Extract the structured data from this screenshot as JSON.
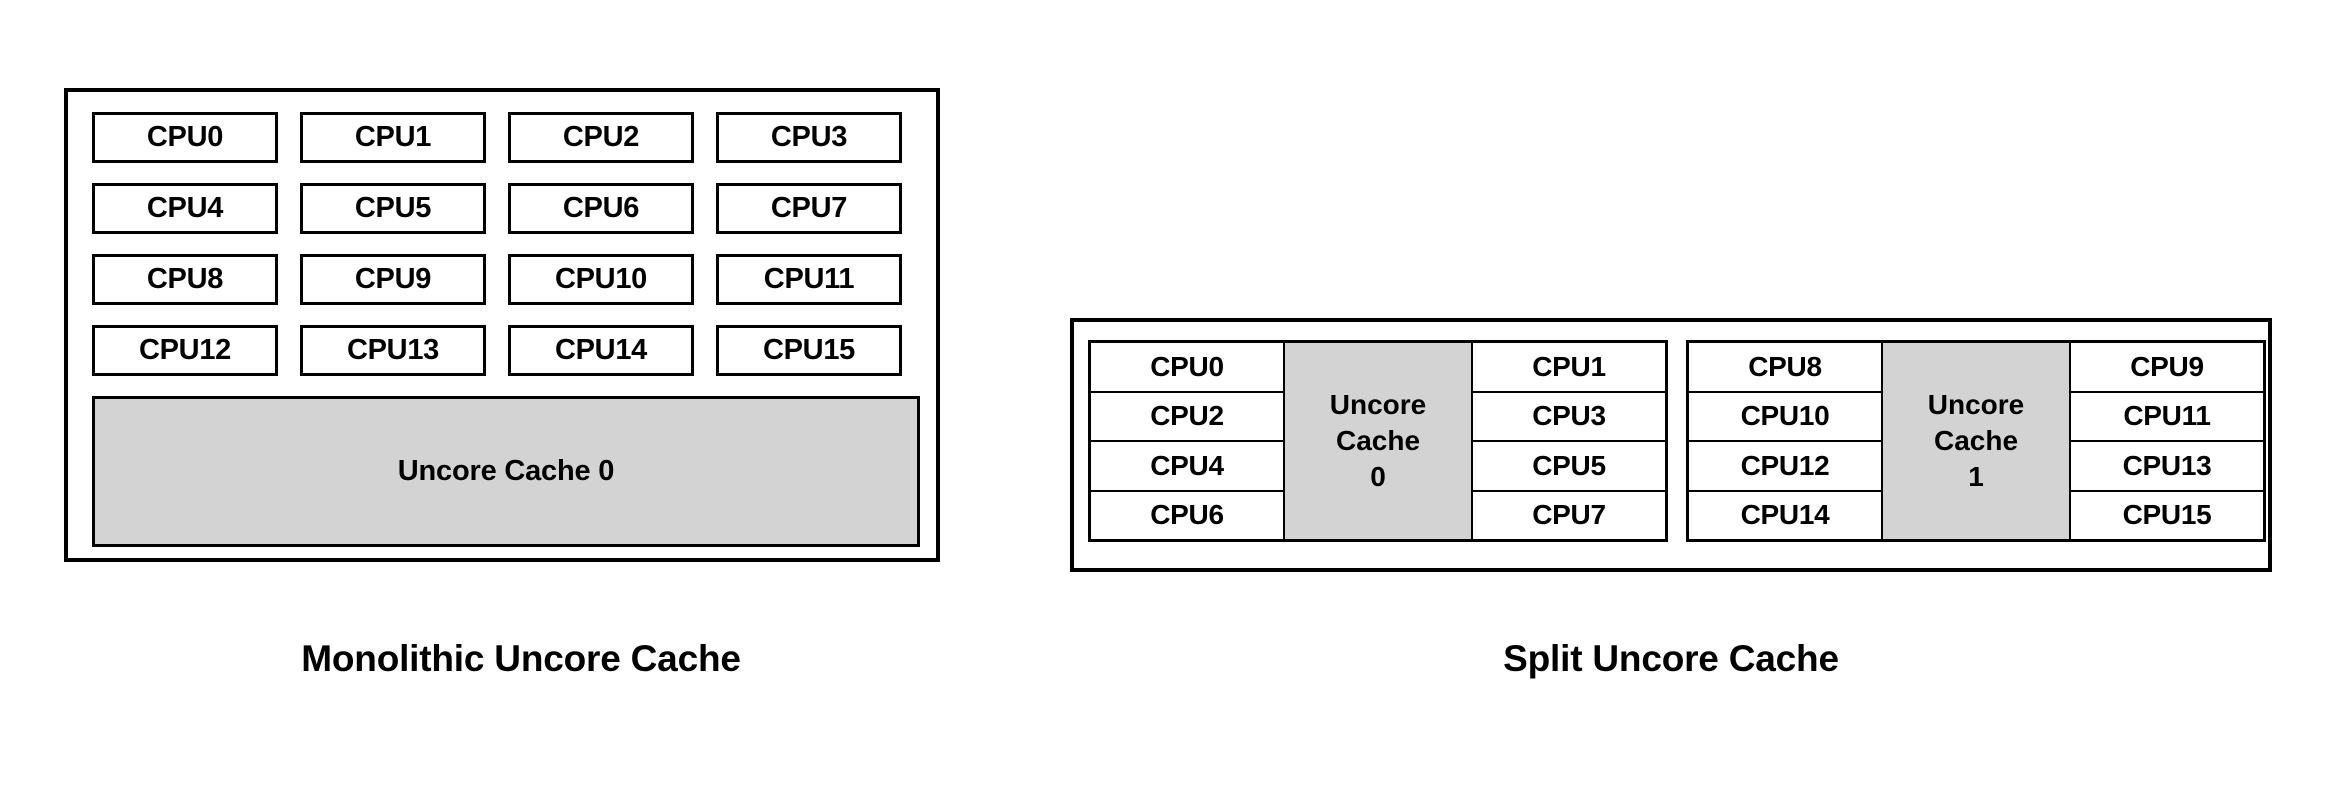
{
  "figures": [
    {
      "id": "monolithic",
      "caption": "Monolithic Uncore Cache",
      "cpus": [
        "CPU0",
        "CPU1",
        "CPU2",
        "CPU3",
        "CPU4",
        "CPU5",
        "CPU6",
        "CPU7",
        "CPU8",
        "CPU9",
        "CPU10",
        "CPU11",
        "CPU12",
        "CPU13",
        "CPU14",
        "CPU15"
      ],
      "cache_label": "Uncore Cache 0"
    },
    {
      "id": "split",
      "caption": "Split Uncore Cache",
      "groups": [
        {
          "left_cpus": [
            "CPU0",
            "CPU2",
            "CPU4",
            "CPU6"
          ],
          "cache_line1": "Uncore",
          "cache_line2": "Cache",
          "cache_line3": "0",
          "right_cpus": [
            "CPU1",
            "CPU3",
            "CPU5",
            "CPU7"
          ]
        },
        {
          "left_cpus": [
            "CPU8",
            "CPU10",
            "CPU12",
            "CPU14"
          ],
          "cache_line1": "Uncore",
          "cache_line2": "Cache",
          "cache_line3": "1",
          "right_cpus": [
            "CPU9",
            "CPU11",
            "CPU13",
            "CPU15"
          ]
        }
      ]
    }
  ],
  "colors": {
    "cache_fill": "#d3d3d3",
    "border": "#000000",
    "cpu_fill": "#ffffff",
    "background": "#ffffff"
  }
}
